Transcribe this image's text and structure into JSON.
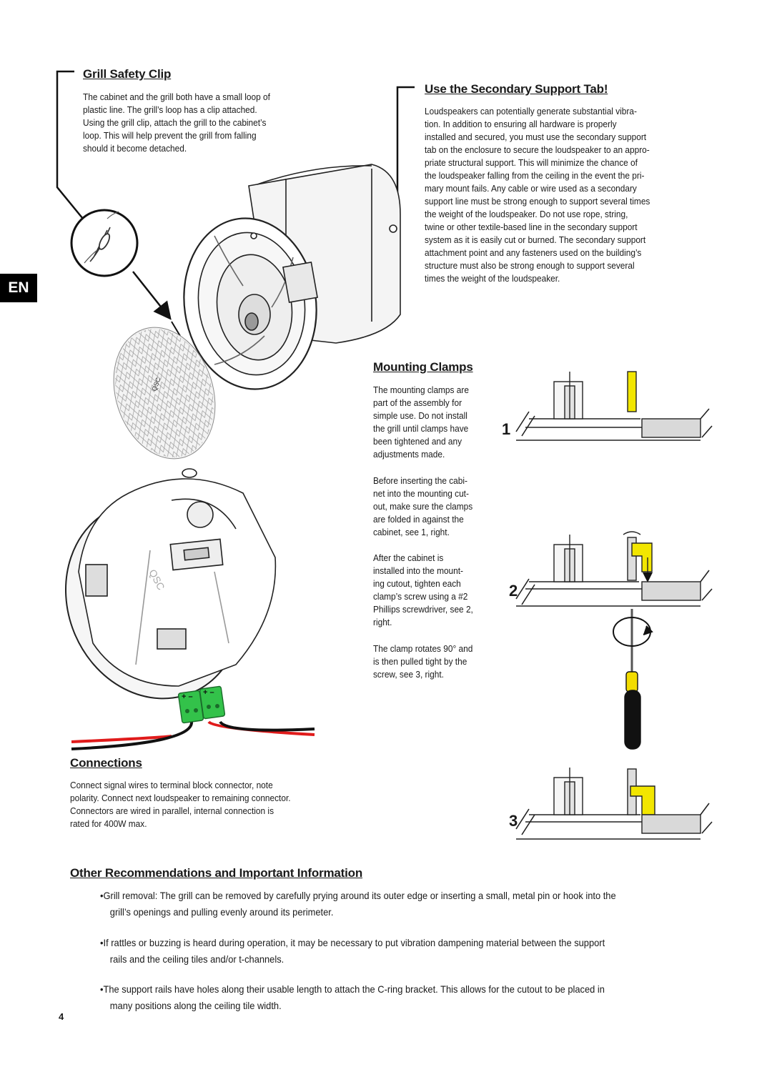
{
  "language_tab": "EN",
  "grill_safety_clip": {
    "title": "Grill Safety Clip",
    "lines": [
      "The cabinet and the grill both have a small loop of",
      "plastic line. The grill’s loop has a clip attached.",
      "Using the grill clip, attach the grill to the cabinet’s",
      "loop. This will help prevent the grill from falling",
      "should it become detached."
    ]
  },
  "secondary_support": {
    "title": "Use the Secondary Support Tab!",
    "lines": [
      "Loudspeakers can potentially generate substantial vibra-",
      "tion. In addition to ensuring all hardware is properly",
      "installed and secured, you must use the secondary support",
      "tab on the enclosure to secure the loudspeaker to an appro-",
      "priate structural support. This will minimize the chance of",
      "the loudspeaker falling from the ceiling in the event the pri-",
      "mary mount fails. Any cable or wire used as a secondary",
      "support line must be strong enough to support several times",
      "the weight of the loudspeaker. Do not use rope, string,",
      "twine or other textile-based line in the secondary support",
      "system as it is easily cut or burned. The secondary support",
      "attachment point and any fasteners used on the building’s",
      "structure must also be strong enough to support several",
      "times the weight of the loudspeaker."
    ]
  },
  "mounting_clamps": {
    "title": "Mounting Clamps",
    "para1": [
      "The mounting clamps are",
      "part of the assembly for",
      "simple use. Do not install",
      "the grill until clamps have",
      "been tightened and any",
      "adjustments made."
    ],
    "para2": [
      "Before inserting the cabi-",
      "net into the mounting cut-",
      "out, make sure the clamps",
      "are folded in against the",
      "cabinet, see 1, right."
    ],
    "para3": [
      "After the cabinet is",
      "installed into the mount-",
      "ing cutout, tighten each",
      "clamp’s screw using a #2",
      "Phillips screwdriver, see 2,",
      "right."
    ],
    "para4": [
      "The clamp rotates 90° and",
      "is then pulled tight by the",
      "screw, see 3, right."
    ],
    "steps": [
      "1",
      "2",
      "3"
    ]
  },
  "connections": {
    "title": "Connections",
    "lines": [
      "Connect signal wires to terminal block connector, note",
      "polarity. Connect next loudspeaker to remaining connector.",
      "Connectors are wired in parallel, internal connection is",
      "rated for 400W max."
    ],
    "terminal_labels": [
      "+ –",
      "+ –"
    ]
  },
  "other": {
    "title": "Other Recommendations and Important Information",
    "bullets": [
      {
        "l1": "•Grill removal: The grill can be removed by carefully prying around its outer edge or inserting a small, metal pin or hook into the",
        "l2": "grill’s openings and pulling evenly around its perimeter."
      },
      {
        "l1": "•If rattles or buzzing is heard during operation, it may be necessary to put vibration dampening material between the support",
        "l2": "rails and the ceiling tiles and/or t-channels."
      },
      {
        "l1": "•The support rails have holes along their usable length to attach the C-ring bracket. This allows for the cutout to be placed in",
        "l2": "many positions along the ceiling tile width."
      }
    ]
  },
  "page_number": "4",
  "colors": {
    "clamp_yellow": "#f2e600",
    "terminal_green": "#33c24a",
    "wire_red": "#e01b1b",
    "screwdriver_yellow": "#f2dc00"
  },
  "icons": [
    "clip-magnifier-icon",
    "speaker-cabinet-illustration",
    "grill-illustration",
    "speaker-rear-illustration",
    "clamp-step-diagram",
    "screwdriver-illustration",
    "rotate-arrow-icon"
  ]
}
